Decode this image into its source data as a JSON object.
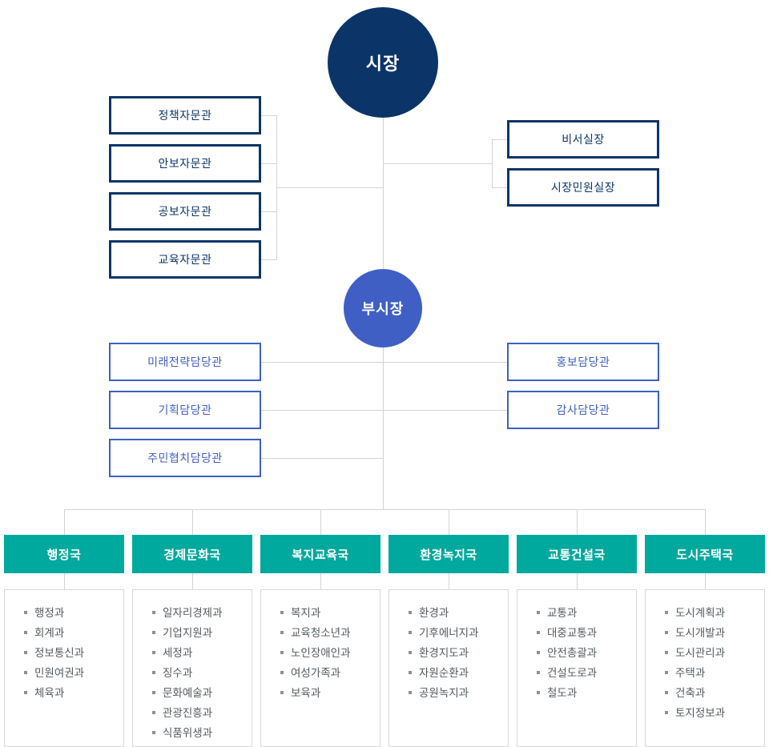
{
  "colors": {
    "mayor_circle": "#0b3568",
    "vice_circle": "#3f5fc4",
    "navy_border": "#0b3568",
    "royal_border": "#3f5fc4",
    "dept_header": "#00a99d",
    "line": "#d3d3d3"
  },
  "mayor": {
    "label": "시장",
    "left_staff": [
      {
        "label": "정책자문관"
      },
      {
        "label": "안보자문관"
      },
      {
        "label": "공보자문관"
      },
      {
        "label": "교육자문관"
      }
    ],
    "right_staff": [
      {
        "label": "비서실장"
      },
      {
        "label": "시장민원실장"
      }
    ]
  },
  "vice_mayor": {
    "label": "부시장",
    "left_staff": [
      {
        "label": "미래전략담당관"
      },
      {
        "label": "기획담당관"
      },
      {
        "label": "주민협치담당관"
      }
    ],
    "right_staff": [
      {
        "label": "홍보담당관"
      },
      {
        "label": "감사담당관"
      }
    ]
  },
  "departments": [
    {
      "name": "행정국",
      "divisions": [
        "행정과",
        "회계과",
        "정보통신과",
        "민원여권과",
        "체육과"
      ]
    },
    {
      "name": "경제문화국",
      "divisions": [
        "일자리경제과",
        "기업지원과",
        "세정과",
        "징수과",
        "문화예술과",
        "관광진흥과",
        "식품위생과"
      ]
    },
    {
      "name": "복지교육국",
      "divisions": [
        "복지과",
        "교육청소년과",
        "노인장애인과",
        "여성가족과",
        "보육과"
      ]
    },
    {
      "name": "환경녹지국",
      "divisions": [
        "환경과",
        "기후에너지과",
        "환경지도과",
        "자원순환과",
        "공원녹지과"
      ]
    },
    {
      "name": "교통건설국",
      "divisions": [
        "교통과",
        "대중교통과",
        "안전총괄과",
        "건설도로과",
        "철도과"
      ]
    },
    {
      "name": "도시주택국",
      "divisions": [
        "도시계획과",
        "도시개발과",
        "도시관리과",
        "주택과",
        "건축과",
        "토지정보과"
      ]
    }
  ]
}
